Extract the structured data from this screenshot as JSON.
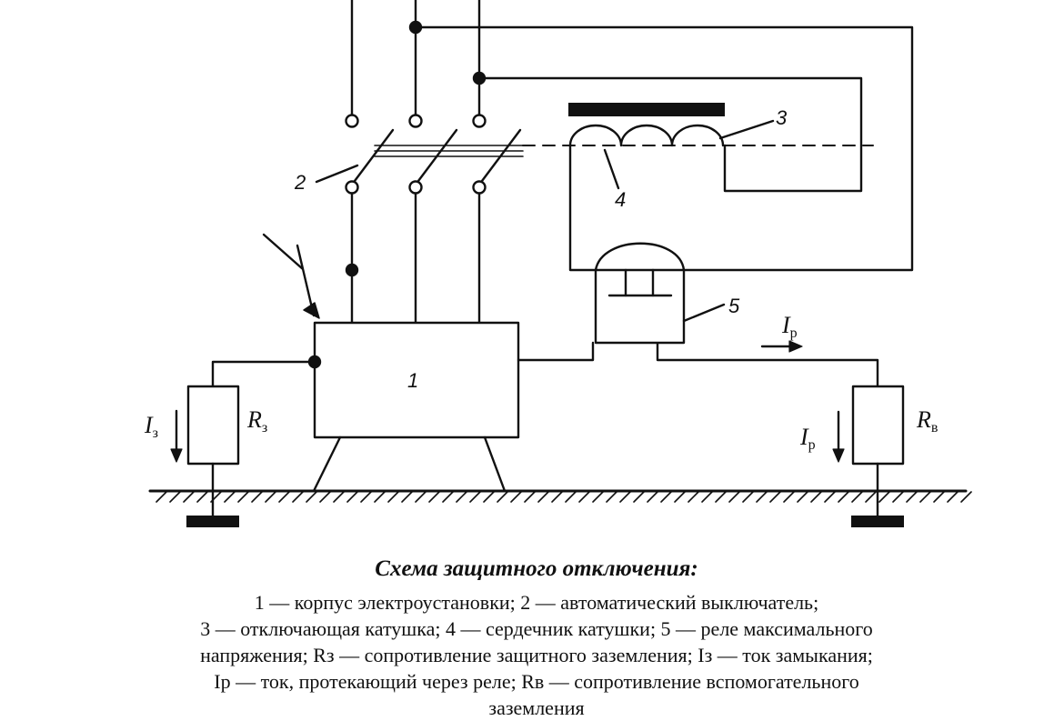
{
  "diagram": {
    "labels": {
      "n1": "1",
      "n2": "2",
      "n3": "3",
      "n4": "4",
      "n5": "5"
    },
    "symbols": {
      "I_fault": "I",
      "I_fault_sub": "з",
      "R_ground": "R",
      "R_ground_sub": "з",
      "I_relay_top": "I",
      "I_relay_top_sub": "р",
      "I_relay_side": "I",
      "I_relay_side_sub": "р",
      "R_aux": "R",
      "R_aux_sub": "в"
    }
  },
  "caption": {
    "title": "Схема защитного отключения:",
    "lines": [
      "1 — корпус электроустановки; 2 — автоматический выключатель;",
      "3 — отключающая катушка; 4 — сердечник катушки; 5 — реле максимального",
      "напряжения; Rз — сопротивление защитного заземления; Iз — ток замыкания;",
      "Iр — ток, протекающий через реле; Rв — сопротивление вспомогательного",
      "заземления"
    ]
  }
}
